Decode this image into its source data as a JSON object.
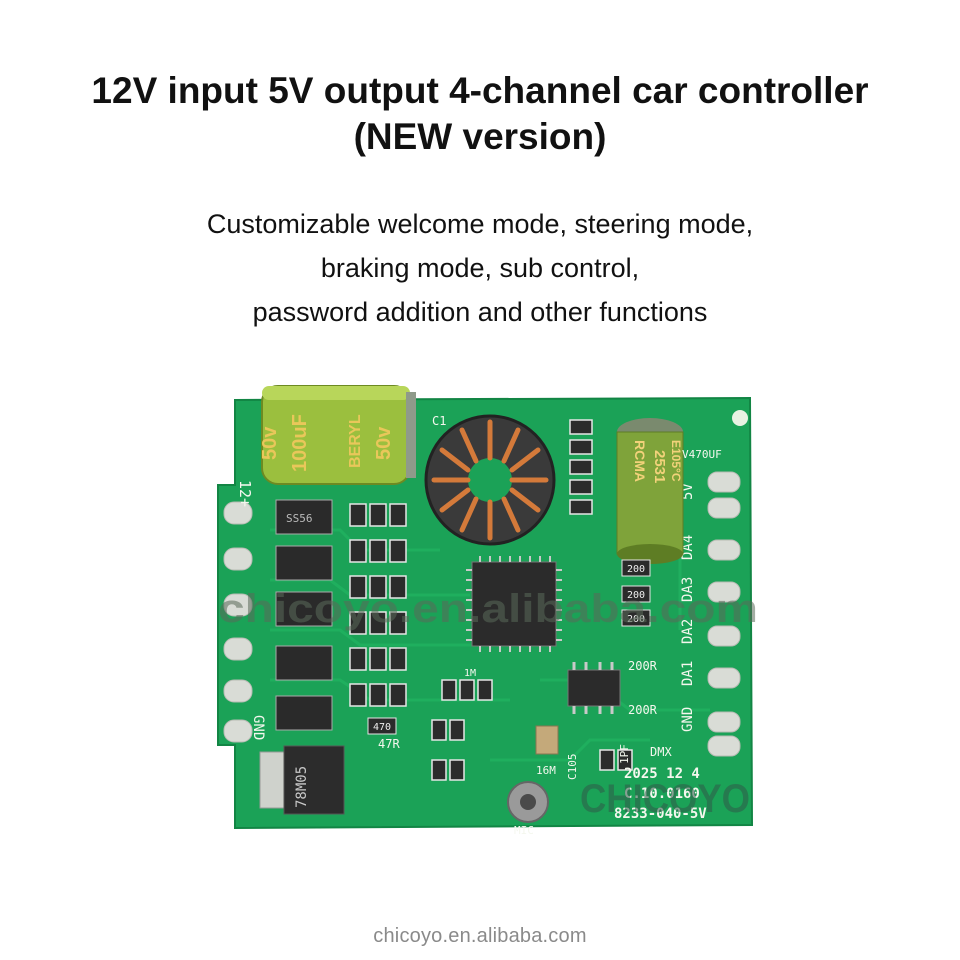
{
  "title": {
    "line1": "12V input 5V output 4-channel car controller",
    "line2": "(NEW version)"
  },
  "subtitle": {
    "line1": "Customizable welcome mode, steering mode,",
    "line2": "braking mode, sub control,",
    "line3": "password addition and other functions"
  },
  "board": {
    "pin_labels_left": [
      "12+",
      "GND"
    ],
    "pin_labels_right": [
      "5V",
      "DA4",
      "DA3",
      "DA2",
      "DA1",
      "GND"
    ],
    "cap_left_text": [
      "50v",
      "100uF",
      "BERYL",
      "50v"
    ],
    "cap_right_text": [
      "RCMA",
      "2531",
      "E105°C",
      "V470UF"
    ],
    "diode_marking": "SS56",
    "regulator_marking": "78M05",
    "resistor_marks": [
      "200",
      "200",
      "200",
      "470"
    ],
    "silk_labels": [
      "200R",
      "200R",
      "47R",
      "1M",
      "16M",
      "C105",
      "1PF",
      "DMX",
      "MIC",
      "C1"
    ],
    "date_lines": [
      "2025 12 4",
      "C.10.0160",
      "8233-040-5V"
    ],
    "watermark_text": "chicoyo.en.alibaba.com",
    "logo_text": "CHICOYO"
  },
  "footer": {
    "url": "chicoyo.en.alibaba.com"
  }
}
